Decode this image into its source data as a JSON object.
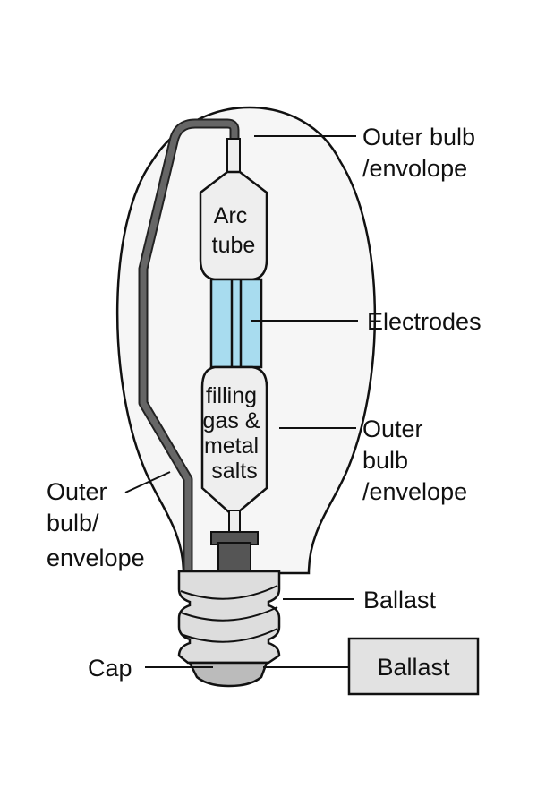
{
  "labels": {
    "outer_bulb_top": [
      "Outer bulb",
      "/envolope"
    ],
    "electrodes": "Electrodes",
    "outer_bulb_right": [
      "Outer",
      "bulb",
      "/envelope"
    ],
    "outer_bulb_left": [
      "Outer",
      "bulb/",
      "envelope"
    ],
    "ballast": "Ballast",
    "cap": "Cap",
    "ballast_box": "Ballast"
  },
  "arc_tube": {
    "label": [
      "Arc",
      "tube"
    ],
    "fill_text": [
      "filling",
      "gas &",
      "metal",
      "salts"
    ]
  },
  "colors": {
    "bulb": "#f6f6f6",
    "arc_tube": "#eeeeee",
    "electrodes": "#a8dcef",
    "support_wire": "#666666",
    "base": "#dddddd",
    "ballast_box": "#e2e2e2"
  }
}
